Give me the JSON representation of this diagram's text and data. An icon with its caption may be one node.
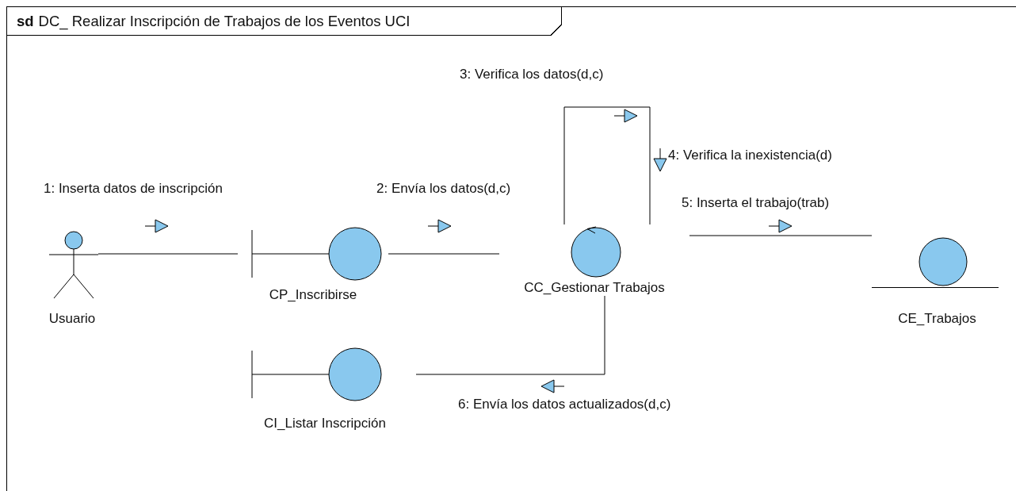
{
  "diagram": {
    "nodes": [
      {
        "text": [
          "**sd** DC_ Realizar Inscripción de Trabajos de los Eventos UCI"
        ]
      },
      {
        "text": [
          "Usuario"
        ],
        "in": 0
      },
      {
        "text": [
          "CP_Inscribirse"
        ],
        "in": 0
      },
      {
        "text": [
          "CC_Gestionar Trabajos"
        ],
        "in": 0
      },
      {
        "text": [
          "CE_Trabajos"
        ],
        "in": 0
      },
      {
        "text": [
          "CI_Listar Inscripción"
        ],
        "in": 0
      }
    ],
    "edges": [
      {
        "from": 1,
        "to": 2,
        "arrow": "none",
        "label": "1: Inserta datos de inscripción"
      },
      {
        "from": 2,
        "to": 3,
        "arrow": "none",
        "label": "2: Envía los datos(d,c)"
      },
      {
        "from": 3,
        "to": 3,
        "arrow": "none",
        "label": "3: Verifica los datos(d,c)"
      },
      {
        "from": 3,
        "to": 4,
        "arrow": "none",
        "label": "5: Inserta el trabajo(trab)"
      },
      {
        "from": 3,
        "to": 5,
        "arrow": "none",
        "label": "6: Envía los datos actualizados(d,c)"
      }
    ],
    "labels": [
      "4: Verifica la inexistencia(d)"
    ]
  }
}
